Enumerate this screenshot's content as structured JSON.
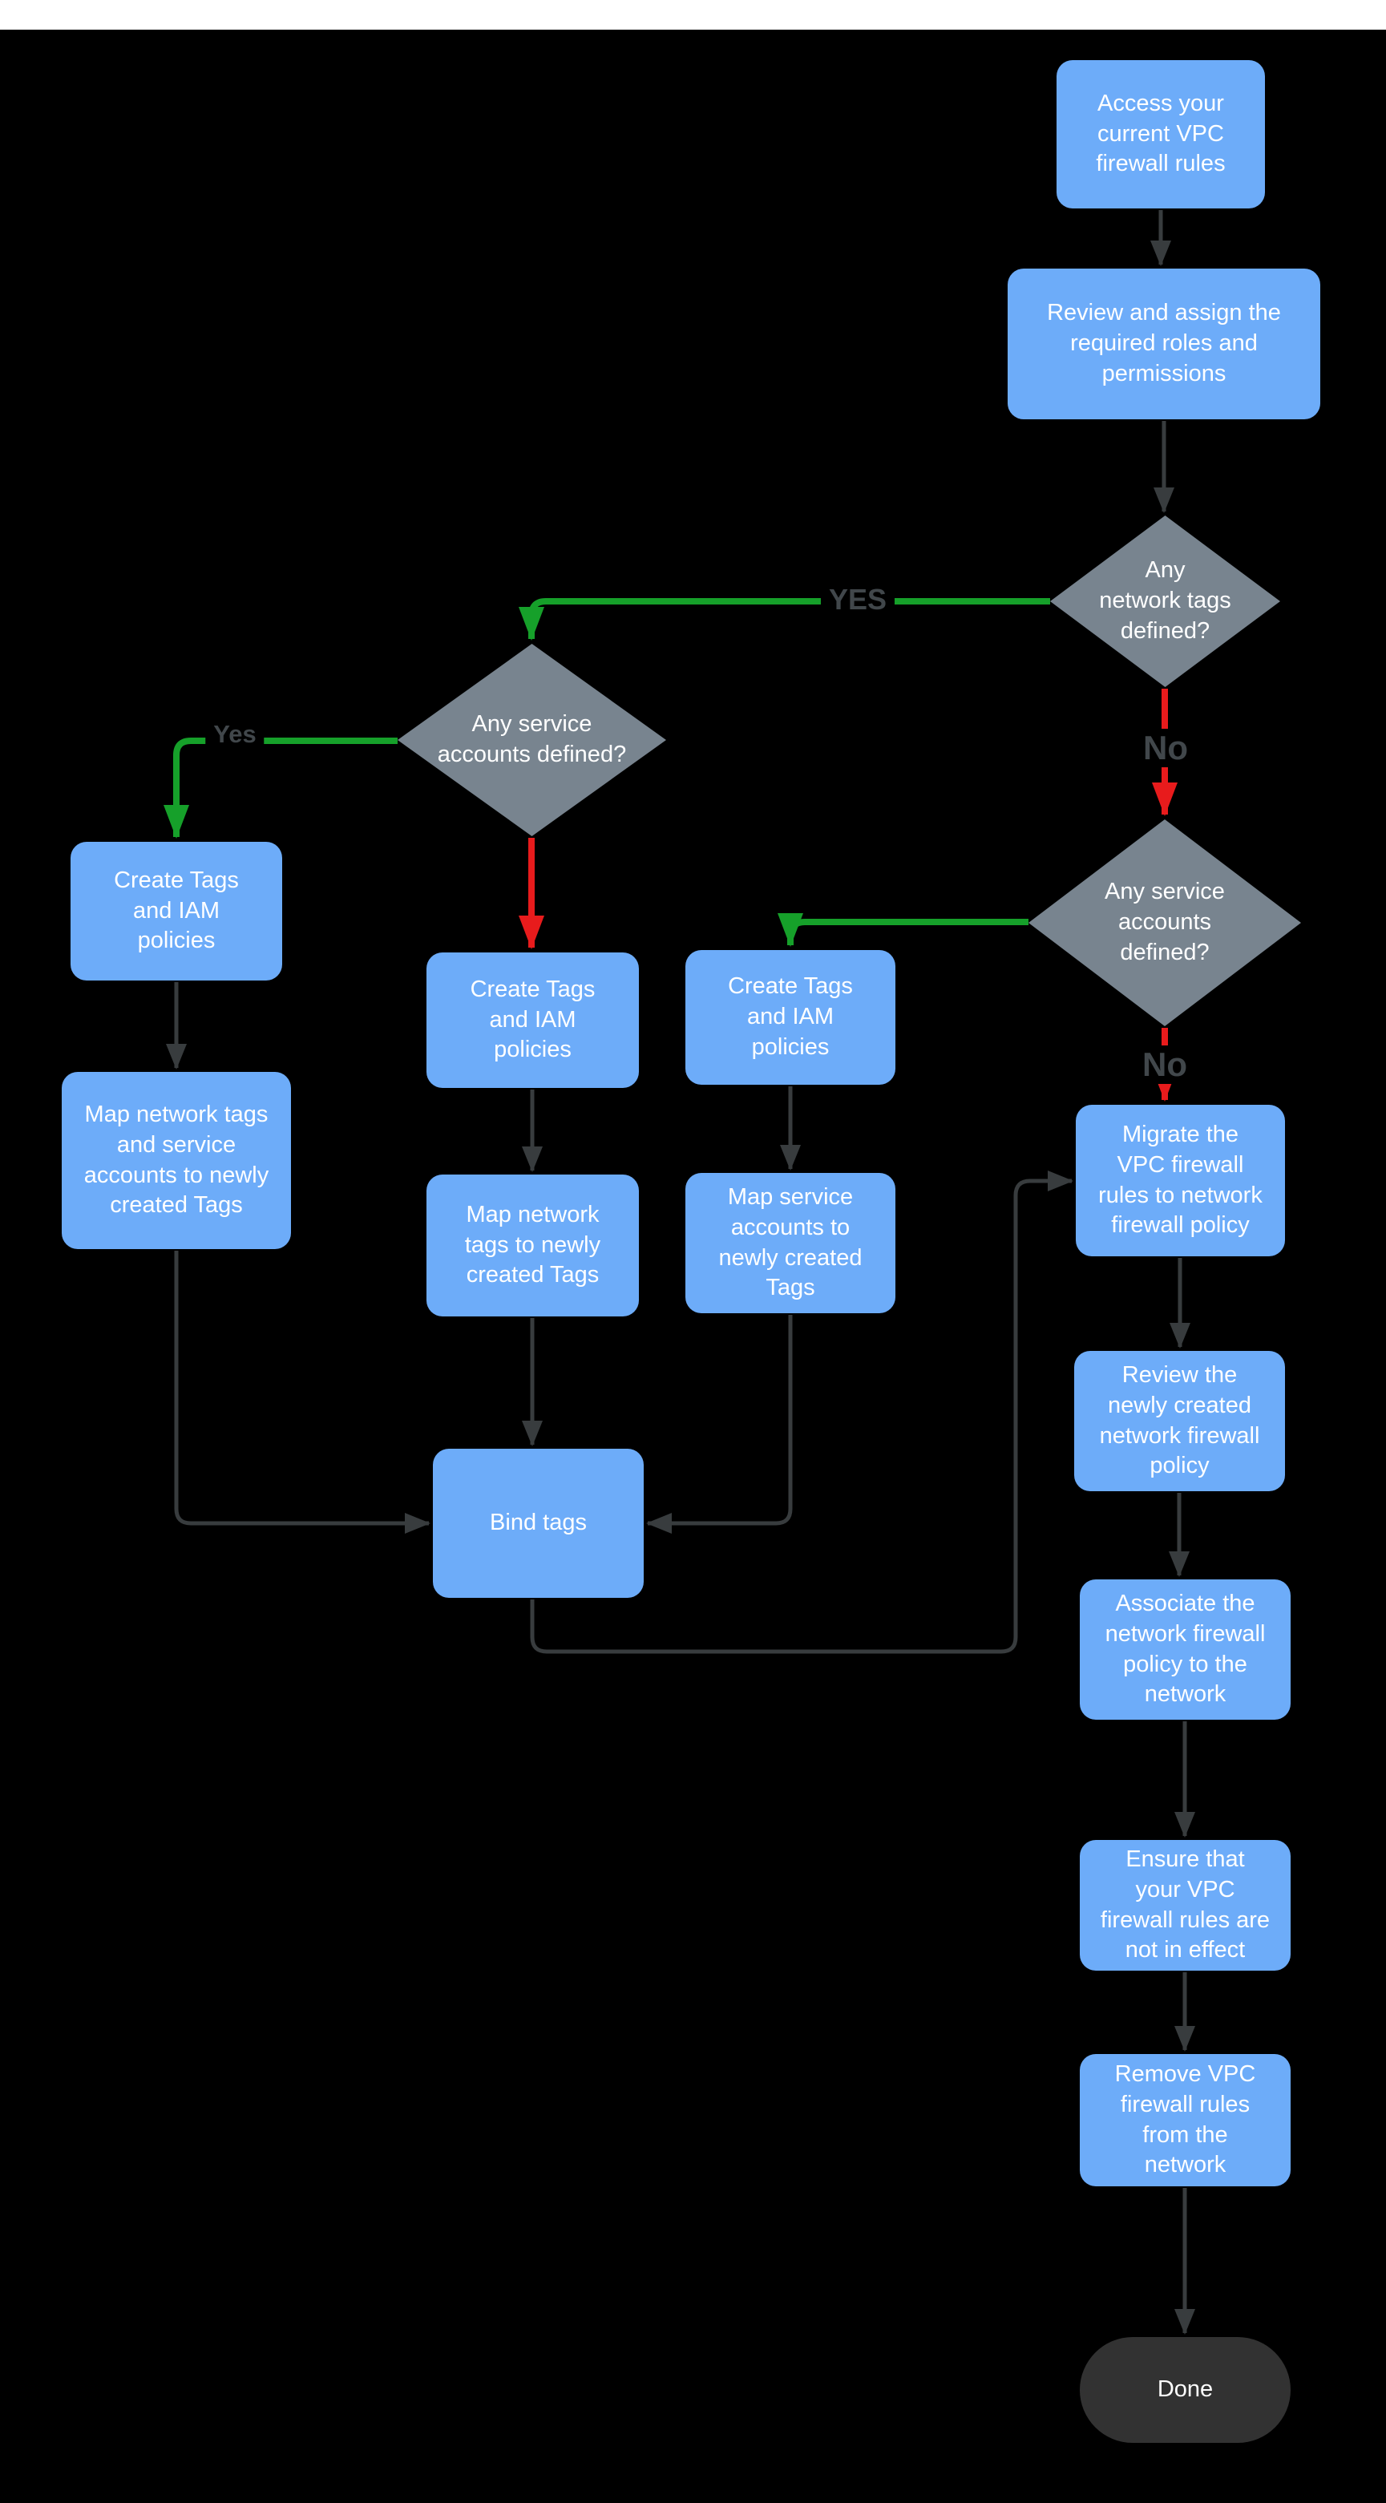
{
  "page": {
    "background": "#000000",
    "topbar_color": "#ffffff"
  },
  "colors": {
    "process_fill": "#6dacf9",
    "decision_fill": "#78848f",
    "terminator_fill": "#323232",
    "node_text": "#ffffff",
    "edge_dark": "#383c3e",
    "edge_green": "#16a02a",
    "edge_red": "#e81b1c",
    "edge_label_text": "#41474b"
  },
  "nodes": {
    "access": {
      "label": "Access your\ncurrent VPC\nfirewall rules"
    },
    "review_roles": {
      "label": "Review and assign the\nrequired roles and\npermissions"
    },
    "network_tags_decision": {
      "label": "Any\nnetwork tags\ndefined?"
    },
    "service_accounts_decision_mid": {
      "label": "Any service\naccounts defined?"
    },
    "service_accounts_decision_right": {
      "label": "Any service\naccounts\ndefined?"
    },
    "create_tags_left": {
      "label": "Create Tags\nand IAM\npolicies"
    },
    "map_left": {
      "label": "Map network tags\nand service\naccounts to newly\ncreated Tags"
    },
    "create_tags_mid": {
      "label": "Create Tags\nand IAM\npolicies"
    },
    "map_mid": {
      "label": "Map network\ntags to newly\ncreated Tags"
    },
    "create_tags_right": {
      "label": "Create Tags\nand IAM\npolicies"
    },
    "map_right": {
      "label": "Map service\naccounts  to\nnewly created\nTags"
    },
    "bind_tags": {
      "label": "Bind tags"
    },
    "migrate": {
      "label": "Migrate the\nVPC firewall\nrules to network\nfirewall policy"
    },
    "review_policy": {
      "label": "Review the\nnewly created\nnetwork firewall\npolicy"
    },
    "associate": {
      "label": "Associate the\nnetwork firewall\npolicy to the\nnetwork"
    },
    "ensure": {
      "label": "Ensure that\nyour VPC\nfirewall rules are\nnot in effect"
    },
    "remove": {
      "label": "Remove  VPC\nfirewall rules\nfrom the\nnetwork"
    },
    "done": {
      "label": "Done"
    }
  },
  "edge_labels": {
    "yes_upper": "YES",
    "no_network": "No",
    "yes_mid": "Yes",
    "no_service": "No"
  }
}
